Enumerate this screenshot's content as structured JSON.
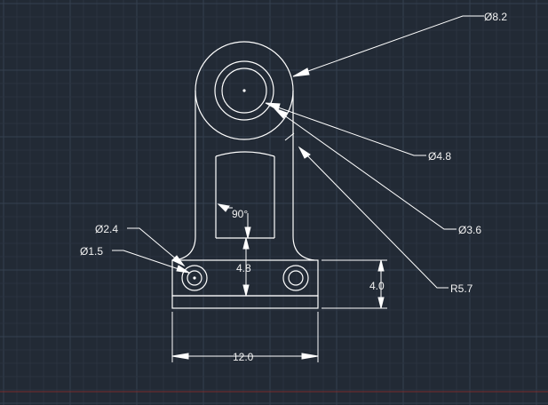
{
  "drawing": {
    "background_color": "#222a35",
    "grid_minor_color": "#2b3340",
    "grid_major_color": "#34404f",
    "line_color": "#ffffff",
    "axis_color": "#7a2a2a"
  },
  "dimensions": {
    "dia_outer": "Ø8.2",
    "dia_boss": "Ø4.8",
    "dia_hole": "Ø3.6",
    "radius_fillet": "R5.7",
    "dia_cbore": "Ø2.4",
    "dia_small_hole": "Ø1.5",
    "angle": "90°",
    "height_slot": "4.8",
    "height_base": "4.0",
    "width_base": "12.0"
  }
}
